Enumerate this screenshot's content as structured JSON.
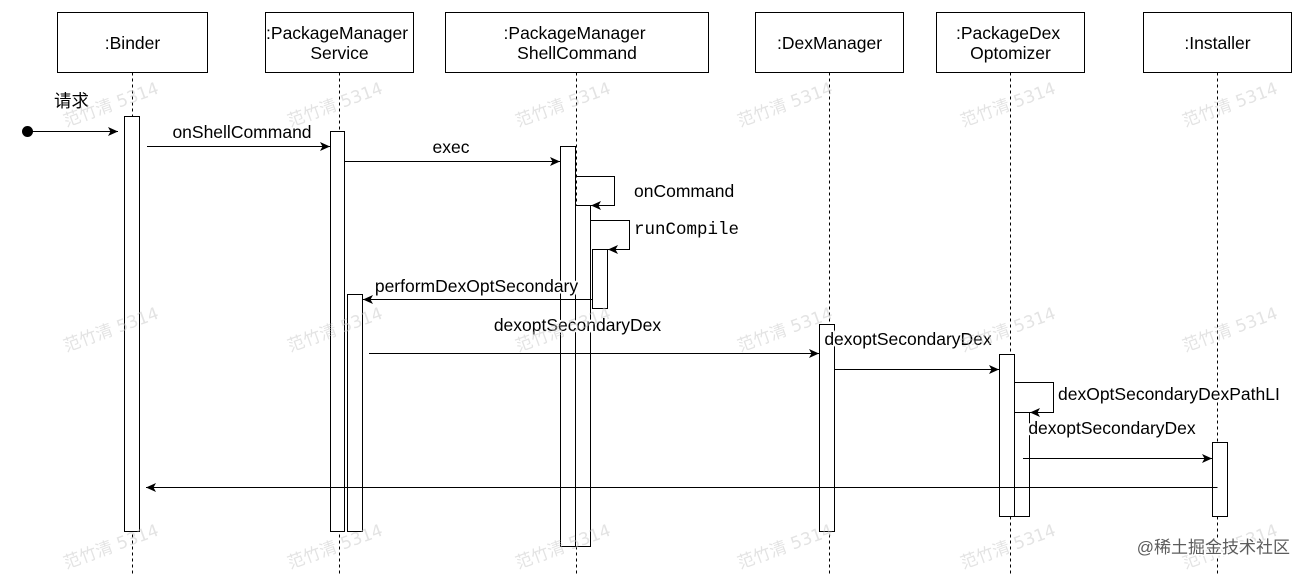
{
  "colors": {
    "line": "#000000",
    "text": "#000000",
    "background": "#ffffff",
    "author_watermark": "#c8c8c8",
    "site_watermark": "#5c5c5c"
  },
  "diagram": {
    "participants": [
      {
        "lines": [
          ":Binder"
        ]
      },
      {
        "lines": [
          ":PackageManager",
          "Service"
        ]
      },
      {
        "lines": [
          ":PackageManager",
          "ShellCommand"
        ]
      },
      {
        "lines": [
          ":DexManager"
        ]
      },
      {
        "lines": [
          ":PackageDex",
          "Optomizer"
        ]
      },
      {
        "lines": [
          ":Installer"
        ]
      }
    ],
    "messages": [
      {
        "label": "请求",
        "to": 0
      },
      {
        "label": "onShellCommand",
        "from": 0,
        "to": 1
      },
      {
        "label": "exec",
        "from": 1,
        "to": 2
      },
      {
        "label": "onCommand",
        "from": 2,
        "to": 2
      },
      {
        "label": "runCompile",
        "from": 2,
        "to": 2
      },
      {
        "label": "performDexOptSecondary",
        "from": 2,
        "to": 1
      },
      {
        "label": "dexoptSecondaryDex",
        "from": 1,
        "to": 3
      },
      {
        "label": "dexoptSecondaryDex",
        "from": 3,
        "to": 4
      },
      {
        "label": "dexOptSecondaryDexPathLI",
        "from": 4,
        "to": 4
      },
      {
        "label": "dexoptSecondaryDex",
        "from": 4,
        "to": 5
      },
      {
        "from": 5,
        "to": 0
      }
    ]
  },
  "watermarks": {
    "author": "范竹清 5314",
    "site": "@稀土掘金技术社区"
  }
}
